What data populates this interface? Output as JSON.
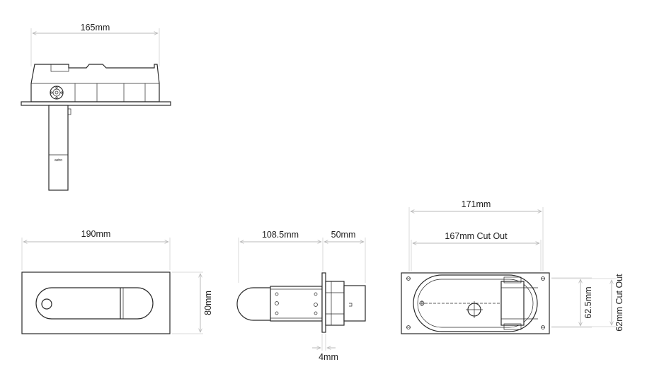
{
  "colors": {
    "line": "#2a2a2a",
    "dimension": "#b8b8b8",
    "background": "#ffffff"
  },
  "views": {
    "side_top": {
      "width_label": "165mm",
      "brand_mark": "astro"
    },
    "front": {
      "width_label": "190mm",
      "height_label": "80mm"
    },
    "side_bottom": {
      "depth_label": "108.5mm",
      "face_label": "50mm",
      "plate_label": "4mm"
    },
    "rear": {
      "overall_label": "171mm",
      "cutout_label": "167mm Cut Out",
      "height_label": "62.5mm",
      "cutout_height_label": "62mm Cut Out"
    }
  }
}
